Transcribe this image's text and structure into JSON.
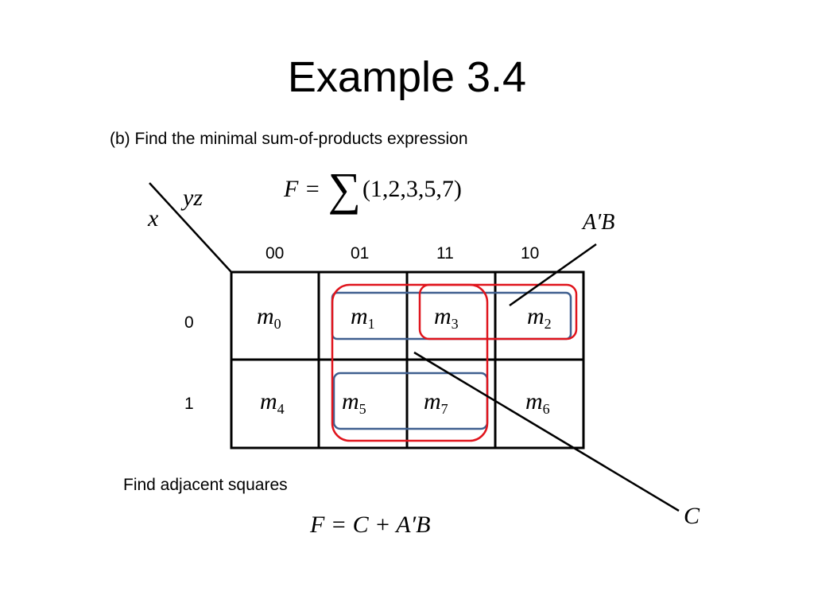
{
  "slide": {
    "title": "Example 3.4",
    "subtitle": "(b) Find the minimal sum-of-products expression",
    "function_lhs": "F = ",
    "function_sigma": "∑",
    "function_terms": "(1,2,3,5,7)",
    "axis_col_var": "yz",
    "axis_row_var": "x",
    "note": "Find adjacent squares",
    "result": "F = C + A′B"
  },
  "kmap": {
    "columns": [
      "00",
      "01",
      "11",
      "10"
    ],
    "rows": [
      "0",
      "1"
    ],
    "cells": [
      [
        {
          "m": "m",
          "sub": "0"
        },
        {
          "m": "m",
          "sub": "1"
        },
        {
          "m": "m",
          "sub": "3"
        },
        {
          "m": "m",
          "sub": "2"
        }
      ],
      [
        {
          "m": "m",
          "sub": "4"
        },
        {
          "m": "m",
          "sub": "5"
        },
        {
          "m": "m",
          "sub": "7"
        },
        {
          "m": "m",
          "sub": "6"
        }
      ]
    ]
  },
  "groups": {
    "ab_label": "A′B",
    "c_label": "C",
    "red_color": "#e0141c",
    "blue_color": "#3f5f8f"
  }
}
